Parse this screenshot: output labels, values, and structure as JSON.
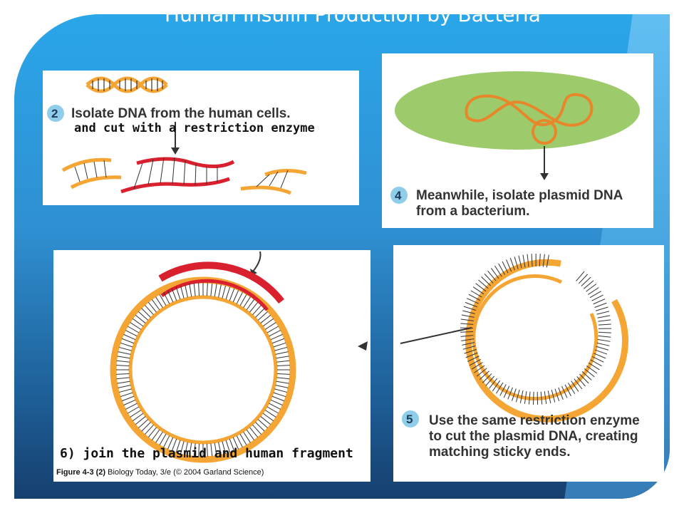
{
  "slide": {
    "title": "Human Insulin Production by Bacteria"
  },
  "panels": {
    "step2": {
      "number": "2",
      "caption": "Isolate DNA from the human cells.",
      "overlay": "and cut with a restriction enzyme"
    },
    "step4": {
      "number": "4",
      "caption_line1": "Meanwhile, isolate plasmid DNA",
      "caption_line2": "from a bacterium."
    },
    "step6": {
      "overlay": "6) join the plasmid and human fragment",
      "credit_label": "Figure 4-3 (2)",
      "credit_text": "Biology Today, 3/e (© 2004 Garland Science)"
    },
    "step5": {
      "number": "5",
      "caption_line1": "Use the same restriction enzyme",
      "caption_line2": "to cut the plasmid DNA, creating",
      "caption_line3": "matching sticky ends."
    }
  },
  "colors": {
    "orange_strand": "#f4a533",
    "red_strand": "#d9202e",
    "bacterium": "#9dca6b",
    "step_circle": "#8fcde8"
  }
}
